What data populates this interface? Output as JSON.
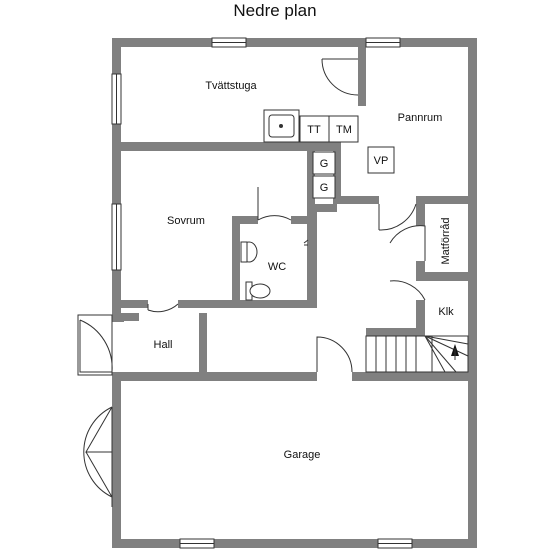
{
  "title": "Nedre plan",
  "rooms": {
    "tvattstuga": "Tvättstuga",
    "pannrum": "Pannrum",
    "sovrum": "Sovrum",
    "wc": "WC",
    "hall": "Hall",
    "garage": "Garage",
    "matforrad": "Matförråd",
    "klk": "Klk"
  },
  "fixtures": {
    "tt": "TT",
    "tm": "TM",
    "vp": "VP",
    "g1": "G",
    "g2": "G"
  },
  "colors": {
    "wall": "#808080",
    "line": "#333333",
    "background": "#ffffff"
  }
}
